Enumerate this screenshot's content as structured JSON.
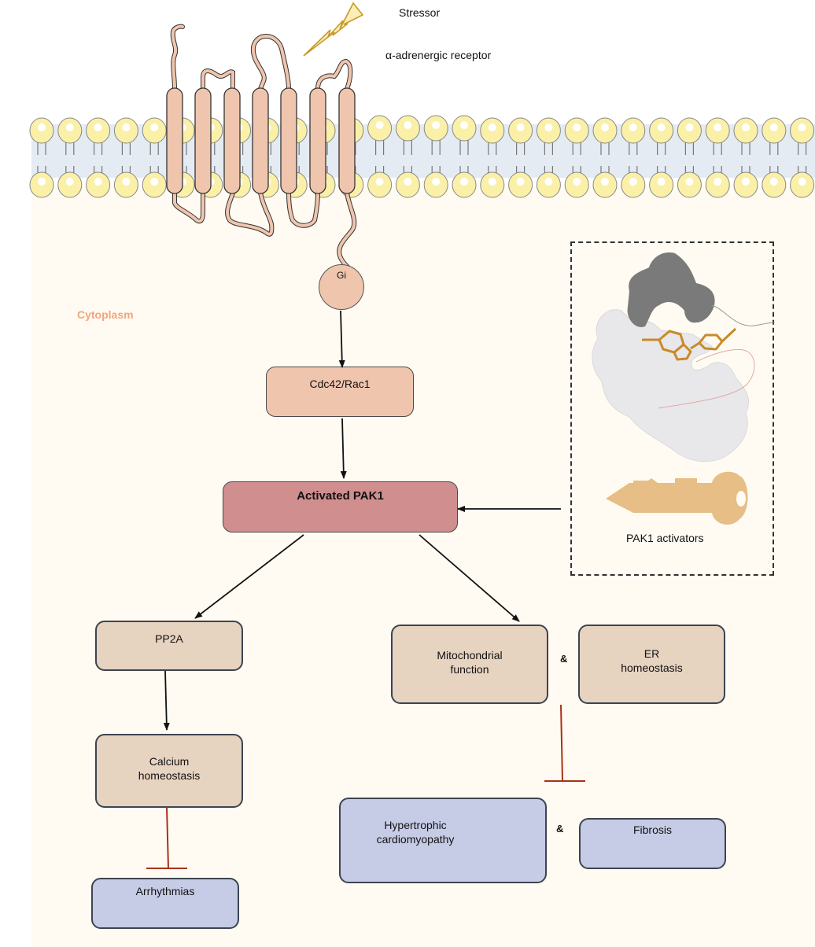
{
  "stimulus": {
    "stressor_label": "Stressor",
    "receptor_label": "α-adrenergic receptor",
    "icon": "lightning-bolt-icon"
  },
  "compartments": {
    "cytoplasm_label": "Cytoplasm"
  },
  "nodes": {
    "gi": "Gi",
    "cdc42_rac1": "Cdc42/Rac1",
    "activated_pak1": "Activated PAK1",
    "pp2a": "PP2A",
    "calcium_homeostasis": "Calcium\nhomeostasis",
    "mitochondrial_function": "Mitochondrial\nfunction",
    "er_homeostasis": "ER\nhomeostasis",
    "arrhythmias": "Arrhythmias",
    "hypertrophic_cardiomyopathy": "Hypertrophic\ncardiomyopathy",
    "fibrosis": "Fibrosis"
  },
  "connectors": {
    "and_top": "&",
    "and_bottom": "&"
  },
  "activators_panel": {
    "label": "PAK1 activators",
    "icons": [
      "protein-ligand-complex-icon",
      "key-icon"
    ]
  },
  "edges": [
    {
      "from": "gi",
      "to": "cdc42_rac1",
      "type": "activation"
    },
    {
      "from": "cdc42_rac1",
      "to": "activated_pak1",
      "type": "activation"
    },
    {
      "from": "pak1_activators",
      "to": "activated_pak1",
      "type": "activation"
    },
    {
      "from": "activated_pak1",
      "to": "pp2a",
      "type": "activation"
    },
    {
      "from": "activated_pak1",
      "to": "mitochondrial_function",
      "type": "activation"
    },
    {
      "from": "pp2a",
      "to": "calcium_homeostasis",
      "type": "activation"
    },
    {
      "from": "calcium_homeostasis",
      "to": "arrhythmias",
      "type": "inhibition"
    },
    {
      "from": "mitochondrial_function & er_homeostasis",
      "to": "hypertrophic_cardiomyopathy & fibrosis",
      "type": "inhibition"
    }
  ],
  "colors": {
    "membrane_head": "#fbf0a8",
    "receptor": "#f0c5ad",
    "pak1": "#d08e8e",
    "intermediate": "#e6d3c0",
    "disease": "#c6cce6",
    "inhibition": "#a83218",
    "cytoplasm_label": "#f4a47c",
    "key": "#e6be86",
    "ligand": "#c98a2a"
  }
}
